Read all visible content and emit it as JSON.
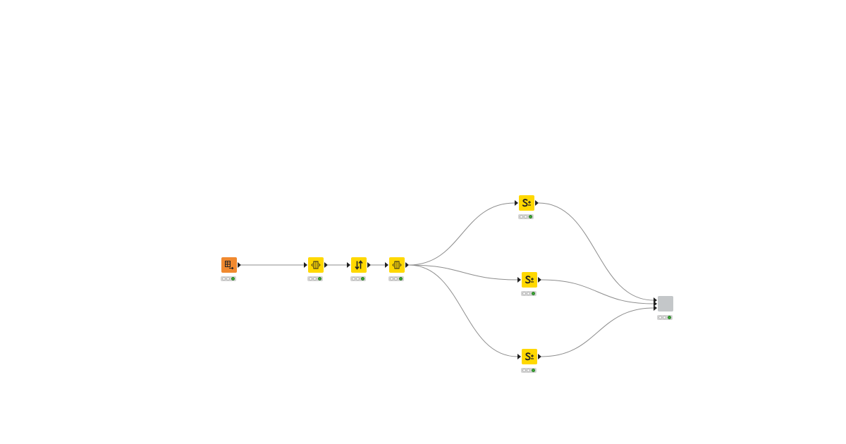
{
  "colors": {
    "source": "#f0892f",
    "manipulator": "#ffd800",
    "component": "#c4c7c9",
    "edge": "#8c8c8c",
    "status_ok": "#3aa935"
  },
  "nodes": [
    {
      "id": "table-reader",
      "kind": "source",
      "icon": "table-export-icon",
      "status": "executed"
    },
    {
      "id": "column-filter-1",
      "kind": "manipulator",
      "icon": "column-filter-icon",
      "status": "executed"
    },
    {
      "id": "sorter",
      "kind": "manipulator",
      "icon": "sort-arrows-icon",
      "status": "executed"
    },
    {
      "id": "column-filter-2",
      "kind": "manipulator",
      "icon": "column-filter-icon",
      "status": "executed"
    },
    {
      "id": "string-manipulation-1",
      "kind": "manipulator",
      "icon": "string-manipulation-icon",
      "status": "executed"
    },
    {
      "id": "string-manipulation-2",
      "kind": "manipulator",
      "icon": "string-manipulation-icon",
      "status": "executed"
    },
    {
      "id": "string-manipulation-3",
      "kind": "manipulator",
      "icon": "string-manipulation-icon",
      "status": "executed"
    },
    {
      "id": "component",
      "kind": "component",
      "icon": "",
      "status": "executed"
    }
  ],
  "edges": [
    {
      "from": "table-reader",
      "to": "column-filter-1"
    },
    {
      "from": "column-filter-1",
      "to": "sorter"
    },
    {
      "from": "sorter",
      "to": "column-filter-2"
    },
    {
      "from": "column-filter-2",
      "to": "string-manipulation-1"
    },
    {
      "from": "column-filter-2",
      "to": "string-manipulation-2"
    },
    {
      "from": "column-filter-2",
      "to": "string-manipulation-3"
    },
    {
      "from": "string-manipulation-1",
      "to": "component",
      "port": 0
    },
    {
      "from": "string-manipulation-2",
      "to": "component",
      "port": 1
    },
    {
      "from": "string-manipulation-3",
      "to": "component",
      "port": 2
    }
  ]
}
